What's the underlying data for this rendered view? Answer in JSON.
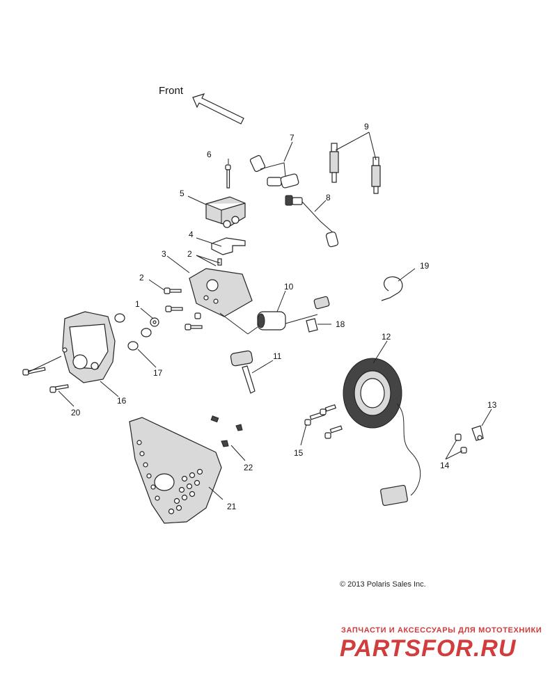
{
  "front_label": "Front",
  "callouts": [
    "1",
    "2",
    "2",
    "3",
    "4",
    "5",
    "6",
    "7",
    "8",
    "9",
    "10",
    "11",
    "12",
    "13",
    "14",
    "15",
    "16",
    "17",
    "18",
    "19",
    "20",
    "21",
    "22"
  ],
  "copyright": "© 2013 Polaris Sales Inc.",
  "watermark": {
    "tagline": "ЗАПЧАСТИ И АКСЕССУАРЫ ДЛЯ МОТОТЕХНИКИ",
    "logo": "PARTSFOR.RU"
  }
}
